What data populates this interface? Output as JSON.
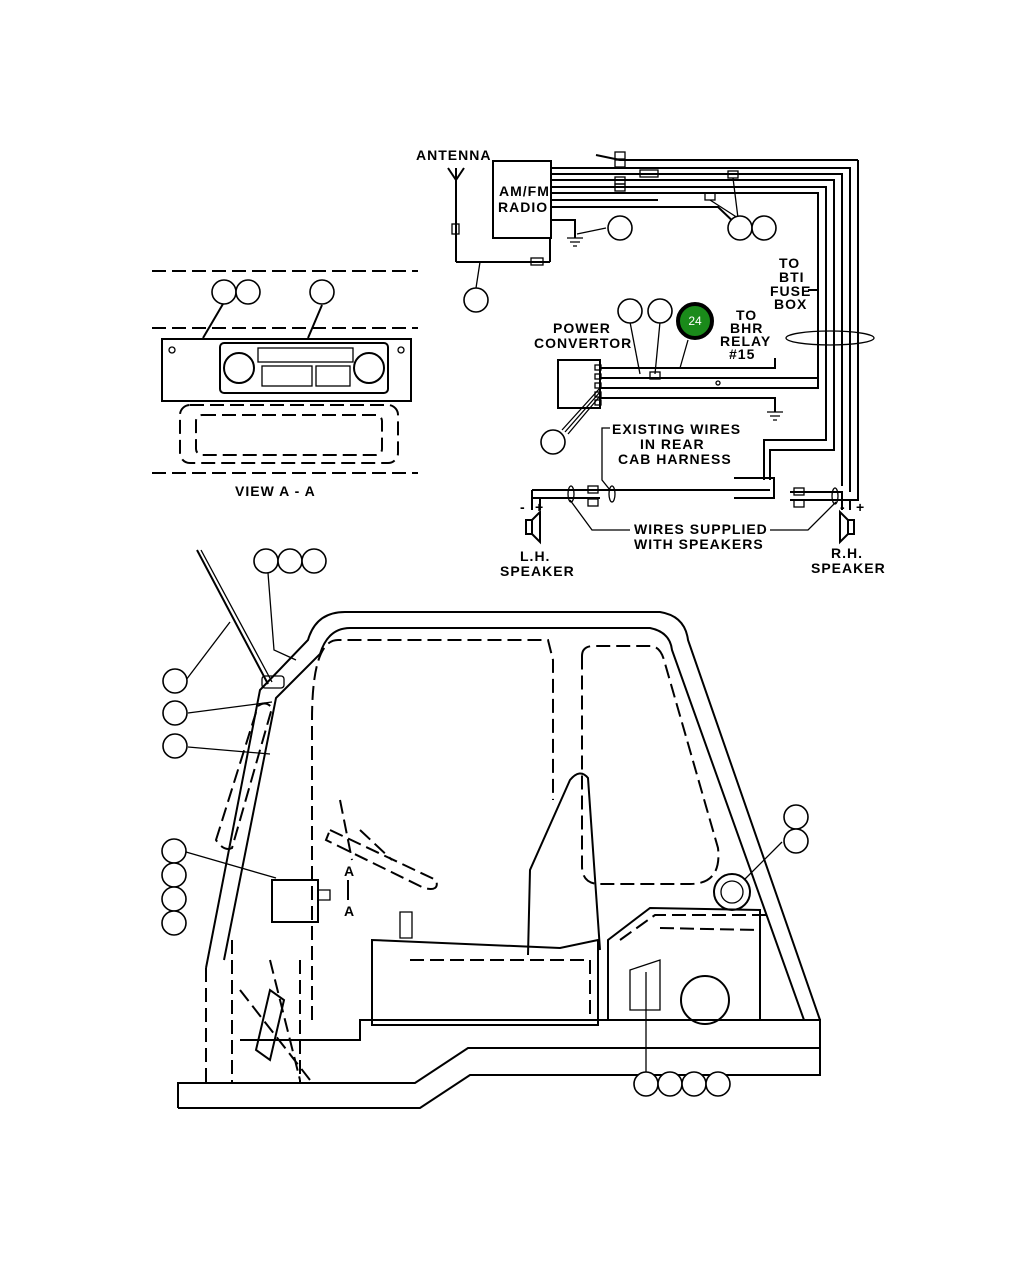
{
  "labels": {
    "antenna": "ANTENNA",
    "radio_line1": "AM/FM",
    "radio_line2": "RADIO",
    "to_bti_1": "TO",
    "to_bti_2": "BTI",
    "to_bti_3": "FUSE",
    "to_bti_4": "BOX",
    "power_1": "POWER",
    "power_2": "CONVERTOR",
    "to_bhr_1": "TO",
    "to_bhr_2": "BHR",
    "to_bhr_3": "RELAY",
    "to_bhr_4": "#15",
    "existing_1": "EXISTING WIRES",
    "existing_2": "IN REAR",
    "existing_3": "CAB HARNESS",
    "supplied_1": "WIRES SUPPLIED",
    "supplied_2": "WITH SPEAKERS",
    "lh_1": "L.H.",
    "lh_2": "SPEAKER",
    "rh_1": "R.H.",
    "rh_2": "SPEAKER",
    "view": "VIEW A - A",
    "section_a1": "A",
    "section_a2": "A",
    "minus_l": "-",
    "plus_l": "+",
    "minus_r": "-",
    "plus_r": "+"
  },
  "callouts": {
    "active_number": "24",
    "accent_color": "#1a8a1a"
  }
}
